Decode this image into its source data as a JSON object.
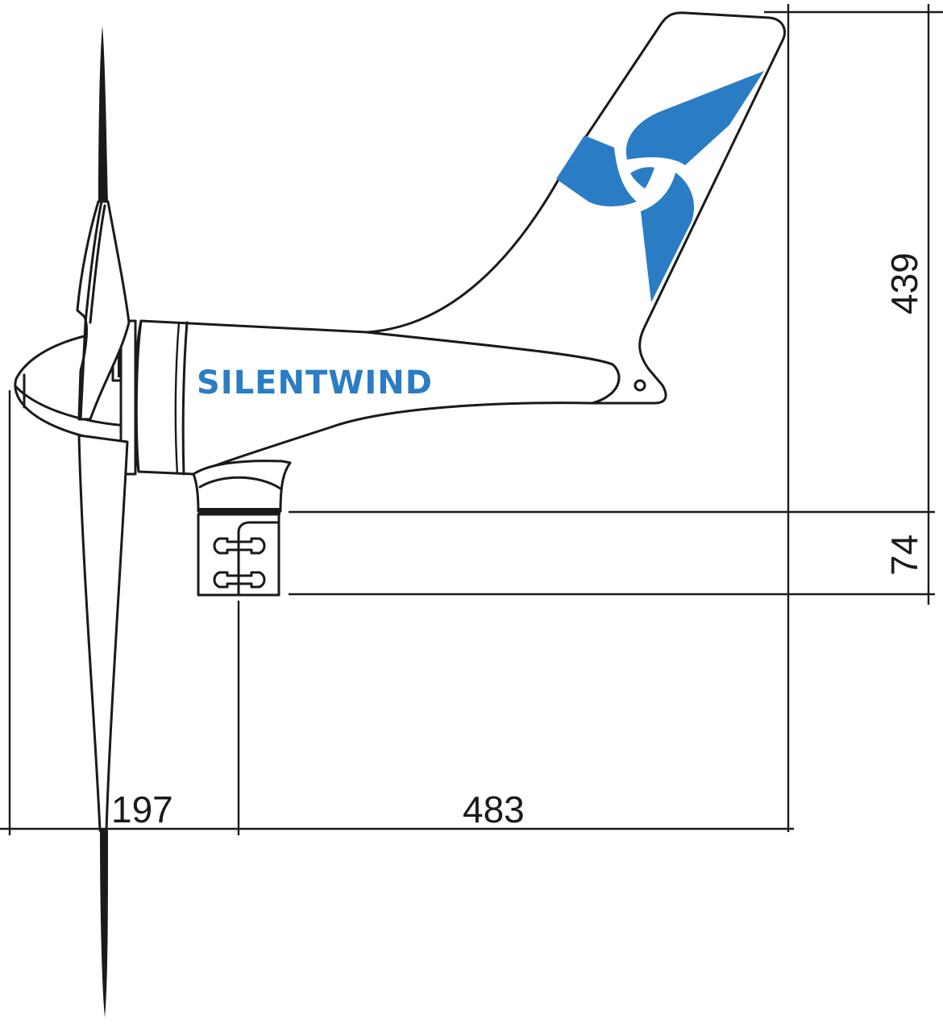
{
  "drawing": {
    "title": "Wind turbine side-view dimension drawing",
    "brand": {
      "text_part1": "SILENT",
      "text_part2": "WIND",
      "color": "#2a7dc4"
    },
    "logo": {
      "name": "three-blade-swirl-logo",
      "color": "#2a7dc4"
    },
    "line_color": "#1a1a1a",
    "background": "#ffffff"
  },
  "dimensions": {
    "overall_height": {
      "value": "439",
      "orientation": "vertical",
      "position": "right"
    },
    "mount_height": {
      "value": "74",
      "orientation": "vertical",
      "position": "right"
    },
    "front_to_mount": {
      "value": "197",
      "orientation": "horizontal",
      "position": "bottom-left"
    },
    "mount_to_tail": {
      "value": "483",
      "orientation": "horizontal",
      "position": "bottom"
    }
  }
}
